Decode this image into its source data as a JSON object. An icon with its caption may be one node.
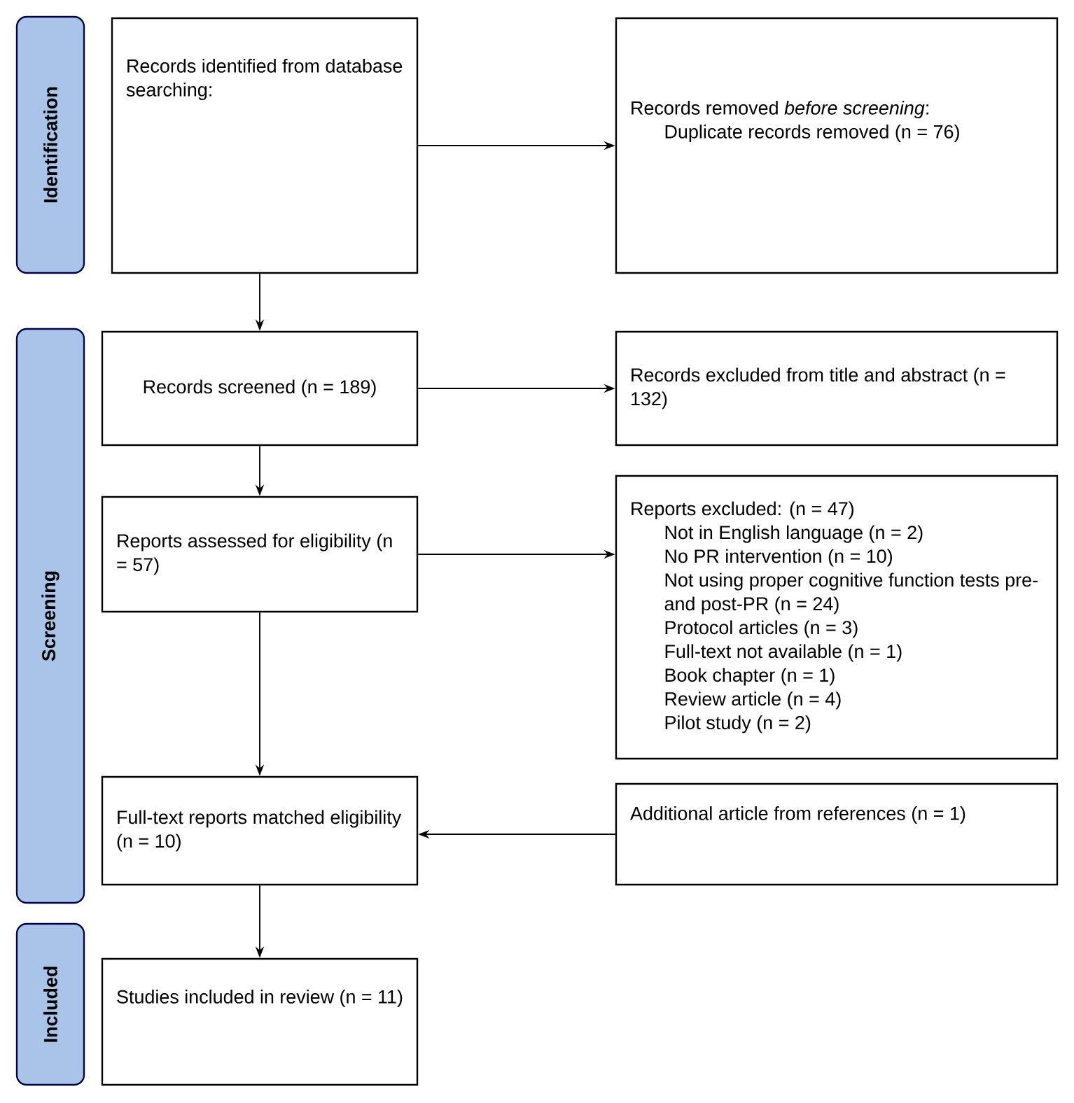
{
  "diagram": {
    "nodes": [
      {
        "text": [
          "Identification"
        ]
      },
      {
        "text": [
          "Records identified from database searching:"
        ]
      },
      {
        "text": [
          "Records removed *before screening*:",
          "Duplicate records removed (n = 76)"
        ]
      },
      {
        "text": [
          "Screening"
        ]
      },
      {
        "text": [
          "Records screened (n = 189)"
        ]
      },
      {
        "text": [
          "Records excluded from title and abstract (n = 132)"
        ]
      },
      {
        "text": [
          "Reports assessed for eligibility (n = 57)"
        ]
      },
      {
        "text": [
          "Reports excluded: (n = 47)",
          "Not in English language (n = 2)",
          "No PR intervention (n = 10)",
          "Not using proper cognitive function tests pre- and post-PR (n = 24)",
          "Protocol articles (n = 3)",
          "Full-text not available (n = 1)",
          "Book chapter (n = 1)",
          "Review article (n = 4)",
          "Pilot study (n = 2)"
        ]
      },
      {
        "text": [
          "Full-text reports matched eligibility (n = 10)"
        ]
      },
      {
        "text": [
          "Additional article from references (n = 1)"
        ]
      },
      {
        "text": [
          "Included"
        ]
      },
      {
        "text": [
          "Studies included in review (n = 11)"
        ]
      }
    ],
    "edges": [
      {
        "from": 1,
        "to": 2,
        "arrow": "to"
      },
      {
        "from": 1,
        "to": 4,
        "arrow": "to"
      },
      {
        "from": 4,
        "to": 5,
        "arrow": "to"
      },
      {
        "from": 4,
        "to": 6,
        "arrow": "to"
      },
      {
        "from": 6,
        "to": 7,
        "arrow": "to"
      },
      {
        "from": 6,
        "to": 8,
        "arrow": "to"
      },
      {
        "from": 9,
        "to": 8,
        "arrow": "to"
      },
      {
        "from": 8,
        "to": 11,
        "arrow": "to"
      }
    ]
  }
}
